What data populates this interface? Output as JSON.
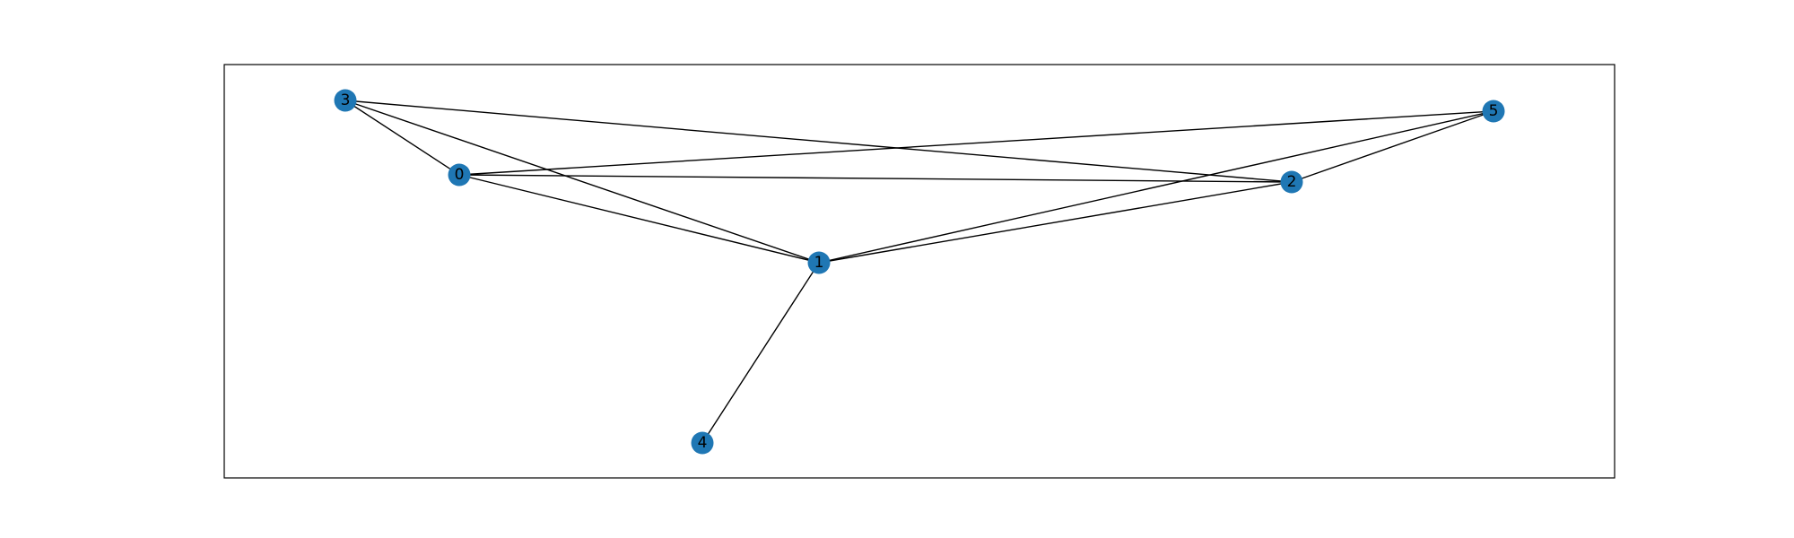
{
  "graph": {
    "node_color": "#1f77b4",
    "edge_color": "#000000",
    "frame_color": "#000000",
    "nodes": [
      {
        "id": "0",
        "label": "0"
      },
      {
        "id": "1",
        "label": "1"
      },
      {
        "id": "2",
        "label": "2"
      },
      {
        "id": "3",
        "label": "3"
      },
      {
        "id": "4",
        "label": "4"
      },
      {
        "id": "5",
        "label": "5"
      }
    ],
    "edges": [
      {
        "source": "3",
        "target": "0"
      },
      {
        "source": "3",
        "target": "1"
      },
      {
        "source": "3",
        "target": "2"
      },
      {
        "source": "0",
        "target": "1"
      },
      {
        "source": "0",
        "target": "2"
      },
      {
        "source": "0",
        "target": "5"
      },
      {
        "source": "1",
        "target": "2"
      },
      {
        "source": "1",
        "target": "5"
      },
      {
        "source": "1",
        "target": "4"
      },
      {
        "source": "2",
        "target": "5"
      }
    ]
  }
}
